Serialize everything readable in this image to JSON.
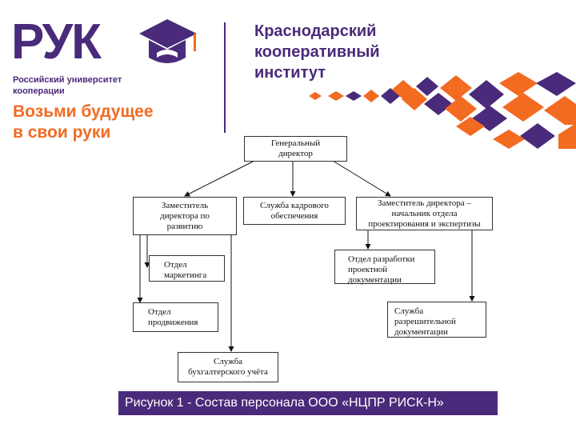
{
  "header": {
    "logo_text": "РУК",
    "university_name_line1": "Российский университет",
    "university_name_line2": "кооперации",
    "slogan_line1": "Возьми будущее",
    "slogan_line2": "в свои руки",
    "institute_line1": "Краснодарский",
    "institute_line2": "кооперативный",
    "institute_line3": "институт"
  },
  "org_chart": {
    "ceo": {
      "line1": "Генеральный",
      "line2": "директор"
    },
    "deputy_dev": {
      "line1": "Заместитель",
      "line2": "директора по",
      "line3": "развитию"
    },
    "hr_service": {
      "line1": "Служба кадрового",
      "line2": "обеспечения"
    },
    "deputy_design": {
      "line1": "Заместитель директора –",
      "line2": "начальник отдела",
      "line3": "проектирования и экспертизы"
    },
    "marketing": {
      "line1": "Отдел",
      "line2": "маркетинга"
    },
    "promotion": {
      "line1": "Отдел",
      "line2": "продвижения"
    },
    "accounting": {
      "line1": "Служба",
      "line2": "бухгалтерского учёта"
    },
    "doc_dev": {
      "line1": "Отдел разработки",
      "line2": "проектной",
      "line3": "документации"
    },
    "permit": {
      "line1": "Служба",
      "line2": "разрешительной",
      "line3": "документации"
    }
  },
  "caption": "Рисунок 1 - Состав персонала ООО «НЦПР РИСК-Н»",
  "colors": {
    "brand_purple": "#4a2a7a",
    "brand_orange": "#f26b21"
  },
  "icons": {
    "logo": "graduation-cap-icon"
  }
}
